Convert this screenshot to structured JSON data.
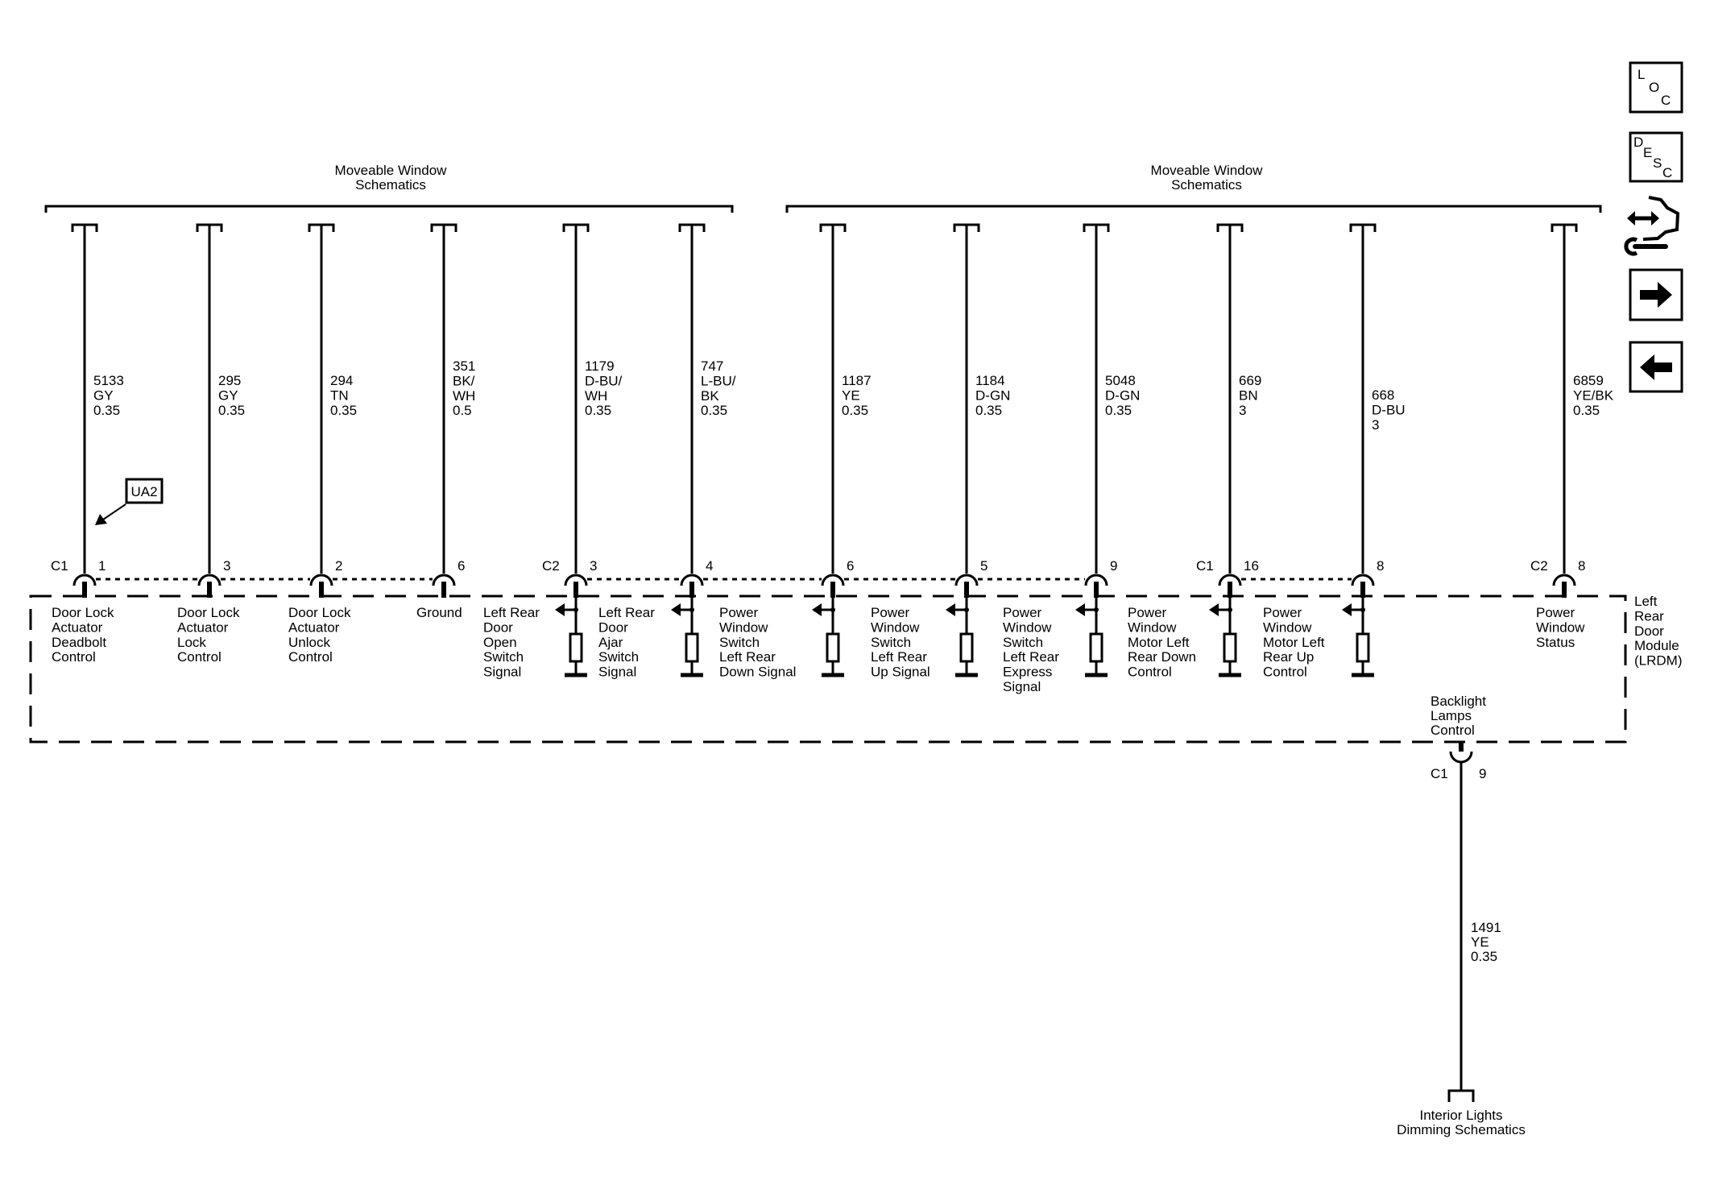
{
  "groups": [
    {
      "title": [
        "Moveable Window",
        "Schematics"
      ]
    },
    {
      "title": [
        "Moveable Window",
        "Schematics"
      ]
    }
  ],
  "wires": [
    {
      "circuit": [
        "5133",
        "GY",
        "0.35"
      ],
      "connector": "C1",
      "pin": "1",
      "function": [
        "Door Lock",
        "Actuator",
        "Deadbolt",
        "Control"
      ],
      "switch": false
    },
    {
      "circuit": [
        "295",
        "GY",
        "0.35"
      ],
      "pin": "3",
      "function": [
        "Door Lock",
        "Actuator",
        "Lock",
        "Control"
      ],
      "switch": false
    },
    {
      "circuit": [
        "294",
        "TN",
        "0.35"
      ],
      "pin": "2",
      "function": [
        "Door Lock",
        "Actuator",
        "Unlock",
        "Control"
      ],
      "switch": false
    },
    {
      "circuit": [
        "351",
        "BK/",
        "WH",
        "0.5"
      ],
      "pin": "6",
      "function": [
        "Ground"
      ],
      "switch": false
    },
    {
      "circuit": [
        "1179",
        "D-BU/",
        "WH",
        "0.35"
      ],
      "connector": "C2",
      "pin": "3",
      "function": [
        "Left Rear",
        "Door",
        "Open",
        "Switch",
        "Signal"
      ],
      "switch": true
    },
    {
      "circuit": [
        "747",
        "L-BU/",
        "BK",
        "0.35"
      ],
      "pin": "4",
      "function": [
        "Left Rear",
        "Door",
        "Ajar",
        "Switch",
        "Signal"
      ],
      "switch": true
    },
    {
      "circuit": [
        "1187",
        "YE",
        "0.35"
      ],
      "pin": "6",
      "function": [
        "Power",
        "Window",
        "Switch",
        "Left Rear",
        "Down Signal"
      ],
      "switch": true
    },
    {
      "circuit": [
        "1184",
        "D-GN",
        "0.35"
      ],
      "pin": "5",
      "function": [
        "Power",
        "Window",
        "Switch",
        "Left Rear",
        "Up Signal"
      ],
      "switch": true
    },
    {
      "circuit": [
        "5048",
        "D-GN",
        "0.35"
      ],
      "pin": "9",
      "function": [
        "Power",
        "Window",
        "Switch",
        "Left Rear",
        "Express",
        "Signal"
      ],
      "switch": true
    },
    {
      "circuit": [
        "669",
        "BN",
        "3"
      ],
      "connector": "C1",
      "pin": "16",
      "function": [
        "Power",
        "Window",
        "Motor Left",
        "Rear Down",
        "Control"
      ],
      "switch": true
    },
    {
      "circuit": [
        "668",
        "D-BU",
        "3"
      ],
      "pin": "8",
      "function": [
        "Power",
        "Window",
        "Motor Left",
        "Rear Up",
        "Control"
      ],
      "switch": true
    },
    {
      "circuit": [
        "6859",
        "YE/BK",
        "0.35"
      ],
      "connector": "C2",
      "pin": "8",
      "function": [
        "Power",
        "Window",
        "Status"
      ],
      "switch": false
    }
  ],
  "module": {
    "name": [
      "Left",
      "Rear",
      "Door",
      "Module",
      "(LRDM)"
    ]
  },
  "callout": {
    "label": "UA2"
  },
  "backlight": {
    "function": [
      "Backlight",
      "Lamps",
      "Control"
    ],
    "connector": "C1",
    "pin": "9",
    "circuit": [
      "1491",
      "YE",
      "0.35"
    ],
    "destination": [
      "Interior Lights",
      "Dimming Schematics"
    ]
  },
  "side_icons": {
    "loc": [
      "L",
      "O",
      "C"
    ],
    "desc": [
      "D",
      "E",
      "S",
      "C"
    ],
    "items": [
      "loc-icon",
      "desc-icon",
      "connector-tool-icon",
      "next-arrow-icon",
      "previous-arrow-icon"
    ]
  }
}
